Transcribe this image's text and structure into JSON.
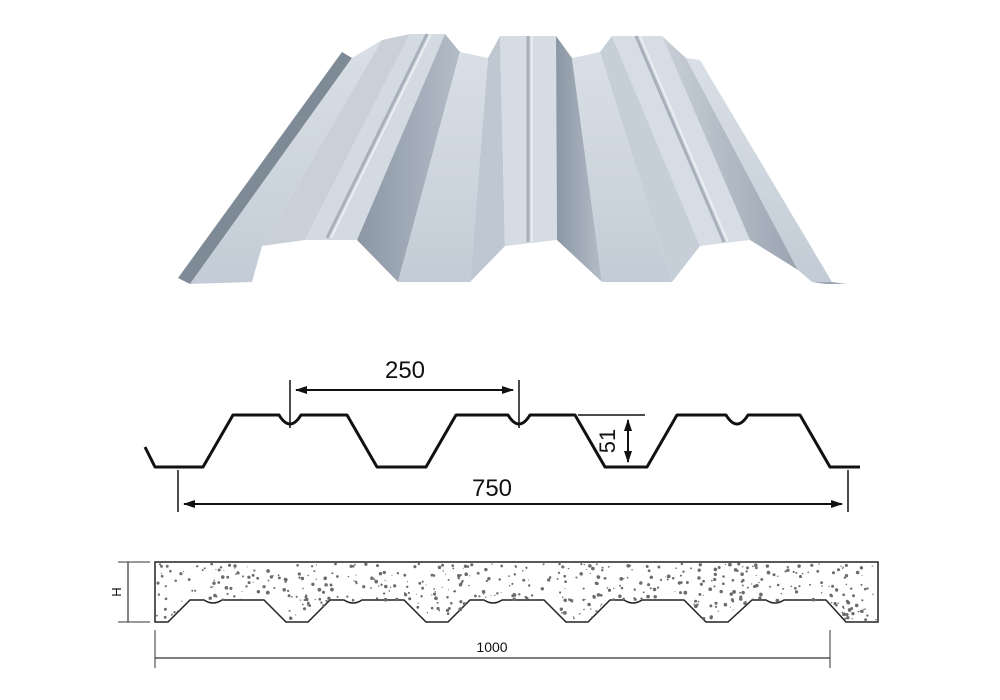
{
  "dimensions": {
    "rib_spacing": "250",
    "rib_height": "51",
    "cover_width": "750",
    "slab_height_symbol": "H",
    "slab_width": "1000"
  },
  "colors": {
    "steel_light": "#d4dbe3",
    "steel_mid": "#b6c0cc",
    "steel_dark": "#7e8a98",
    "line": "#111111",
    "concrete_speckle": "#6b6b6b"
  }
}
